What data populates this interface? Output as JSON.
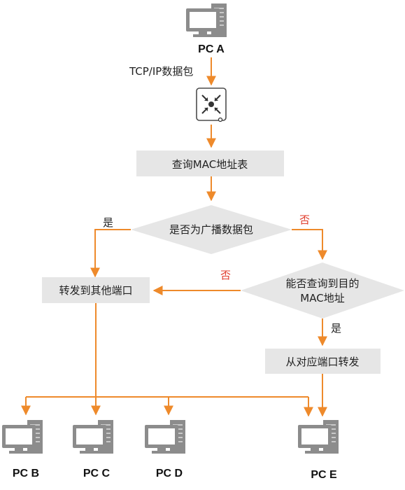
{
  "colors": {
    "arrow": "#ee8a2b",
    "box_fill": "#e6e6e6",
    "pc_gray": "#8c8c8c",
    "no_label": "#e03c2c"
  },
  "nodes": {
    "pc_a": "PC A",
    "packet_label": "TCP/IP数据包",
    "switch_icon": "switch-icon",
    "lookup_box": "查询MAC地址表",
    "broadcast_decision": "是否为广播数据包",
    "forward_other_ports": "转发到其他端口",
    "find_dest_decision_line1": "能否查询到目的",
    "find_dest_decision_line2": "MAC地址",
    "forward_port": "从对应端口转发",
    "pc_b": "PC B",
    "pc_c": "PC C",
    "pc_d": "PC D",
    "pc_e": "PC E"
  },
  "edges": {
    "broadcast_yes": "是",
    "broadcast_no": "否",
    "find_no": "否",
    "find_yes": "是"
  }
}
